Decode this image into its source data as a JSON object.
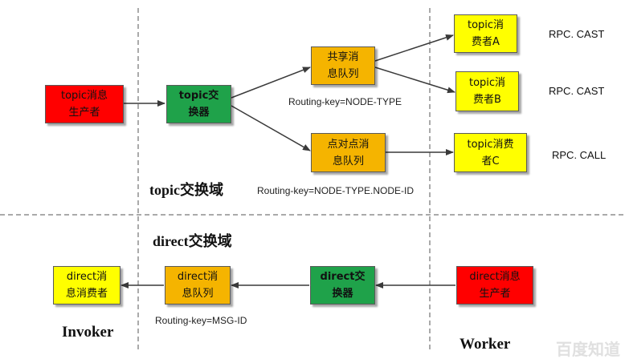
{
  "top": {
    "producer": "topic消息\n生产者",
    "exchange": "topic交\n换器",
    "shared_queue": "共享消\n息队列",
    "p2p_queue": "点对点消\n息队列",
    "consumer_a": "topic消\n费者A",
    "consumer_b": "topic消\n费者B",
    "consumer_c": "topic消费\n者C",
    "rpc_cast_1": "RPC. CAST",
    "rpc_cast_2": "RPC. CAST",
    "rpc_call": "RPC. CALL",
    "routing_key_type": "Routing-key=NODE-TYPE",
    "routing_key_type_id": "Routing-key=NODE-TYPE.NODE-ID",
    "domain_label": "topic交换域"
  },
  "bottom": {
    "domain_label": "direct交换域",
    "consumer": "direct消\n息消费者",
    "queue": "direct消\n息队列",
    "exchange": "direct交\n换器",
    "producer": "direct消息\n生产者",
    "routing_key_msg": "Routing-key=MSG-ID"
  },
  "roles": {
    "invoker": "Invoker",
    "worker": "Worker"
  },
  "watermark": "百度知道",
  "colors": {
    "producer": "#ff0000",
    "exchange": "#1fa24a",
    "queue": "#f5b400",
    "consumer": "#ffff00"
  }
}
